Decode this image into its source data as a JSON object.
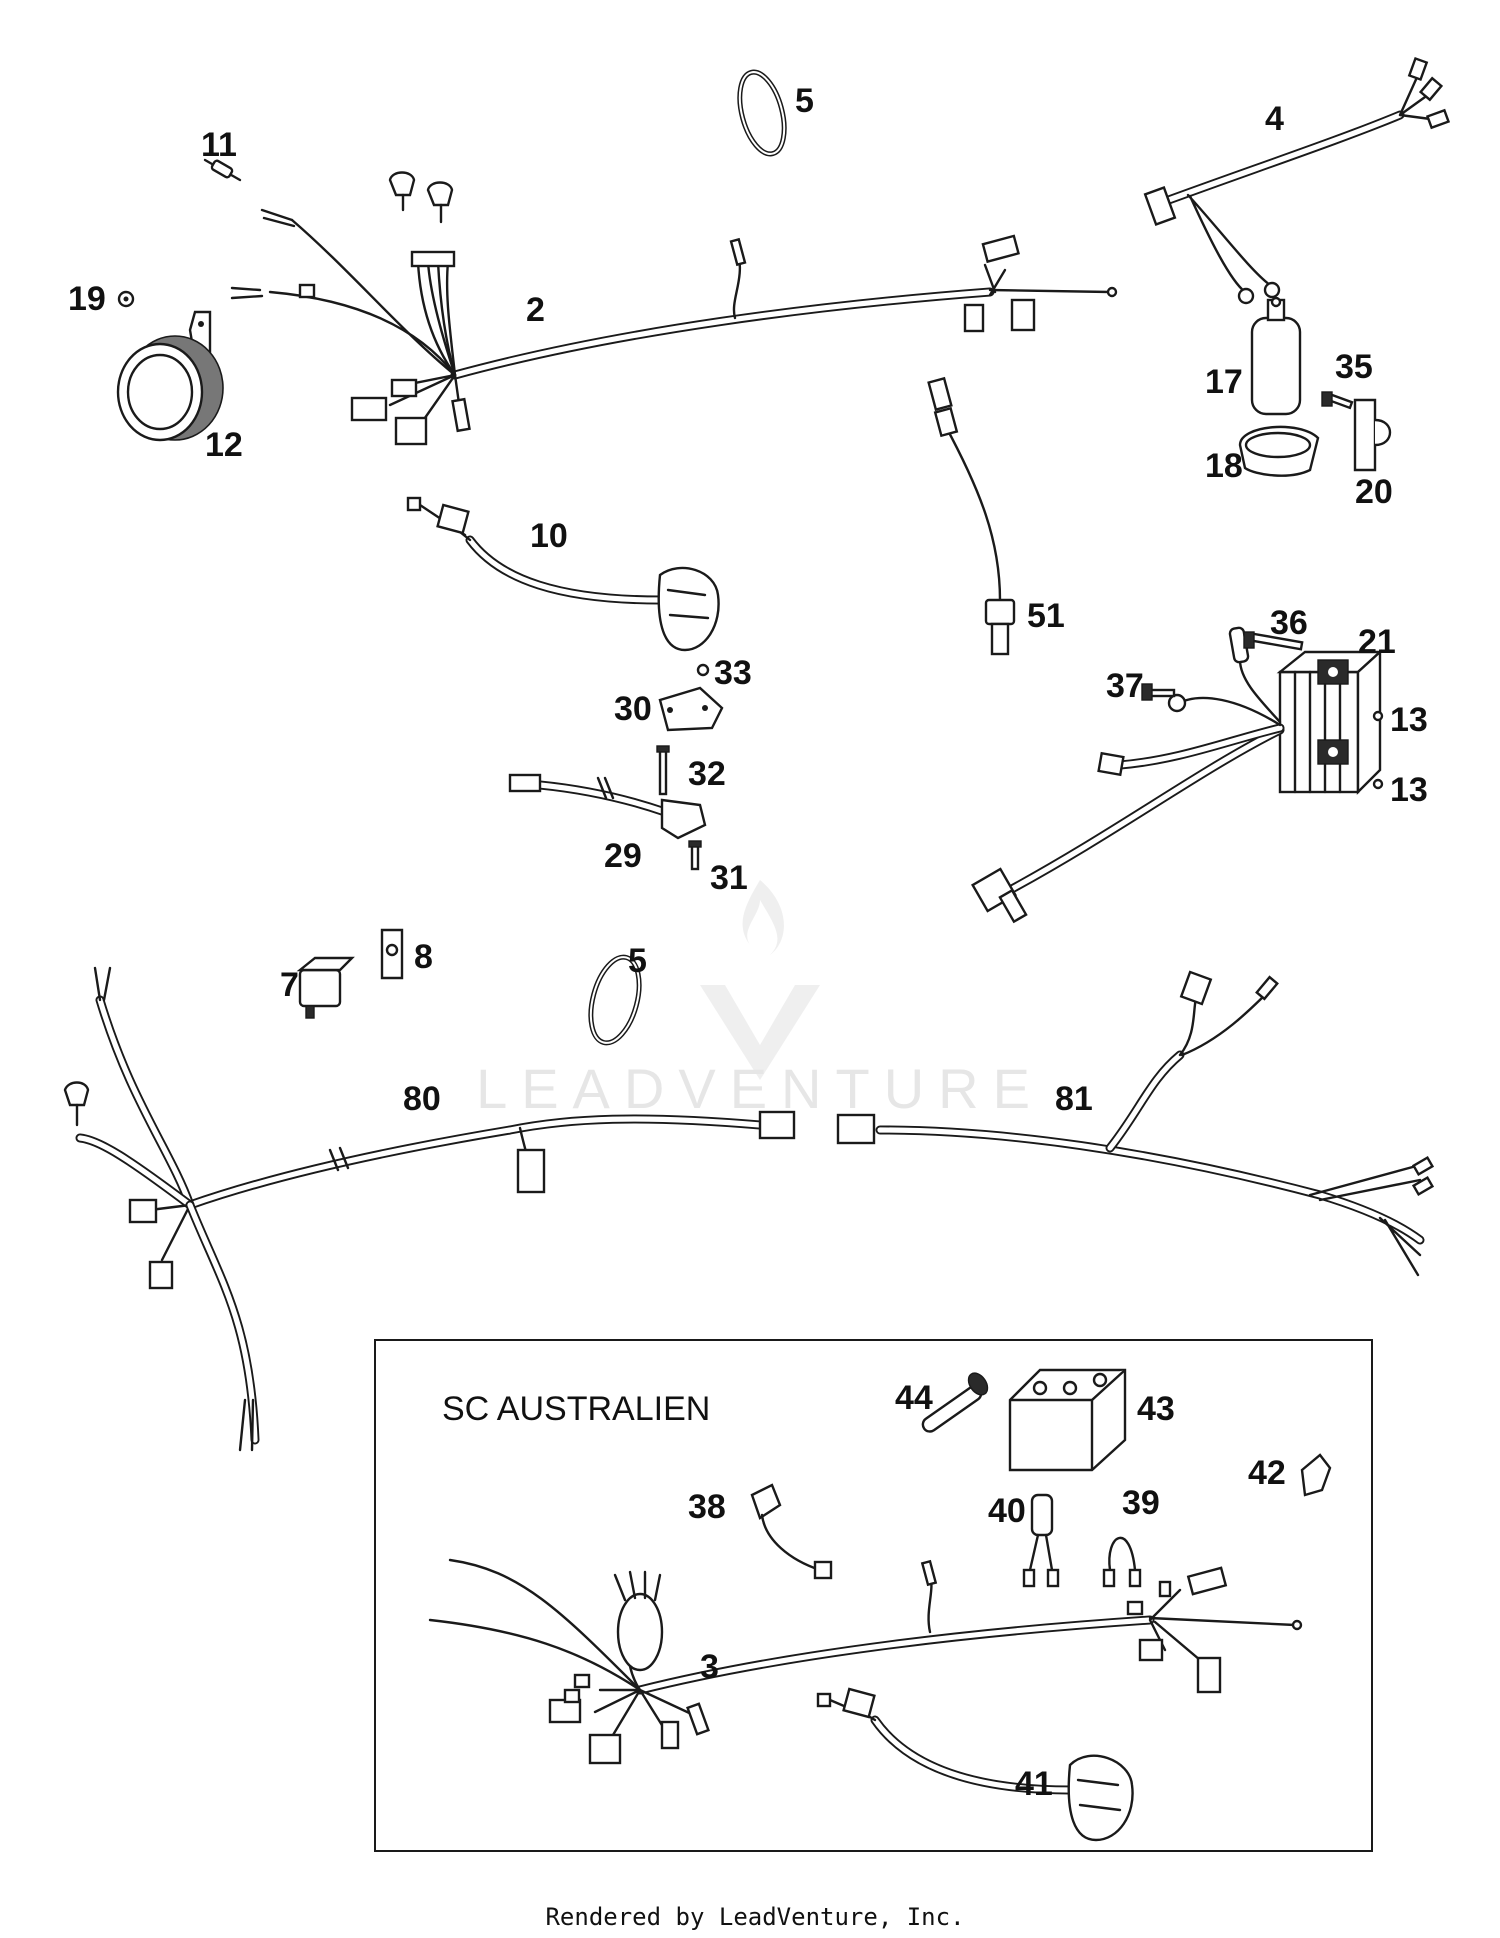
{
  "diagram": {
    "callouts": {
      "c2": "2",
      "c3": "3",
      "c4": "4",
      "c5a": "5",
      "c5b": "5",
      "c7": "7",
      "c8": "8",
      "c10": "10",
      "c11": "11",
      "c12": "12",
      "c13a": "13",
      "c13b": "13",
      "c17": "17",
      "c18": "18",
      "c19": "19",
      "c20": "20",
      "c21": "21",
      "c29": "29",
      "c30": "30",
      "c31": "31",
      "c32": "32",
      "c33": "33",
      "c35": "35",
      "c36": "36",
      "c37": "37",
      "c38": "38",
      "c39": "39",
      "c40": "40",
      "c41": "41",
      "c42": "42",
      "c43": "43",
      "c44": "44",
      "c51": "51",
      "c80": "80",
      "c81": "81"
    },
    "inset_title": "SC AUSTRALIEN",
    "watermark": "LEADVENTURE",
    "footer": "Rendered by LeadVenture, Inc."
  }
}
